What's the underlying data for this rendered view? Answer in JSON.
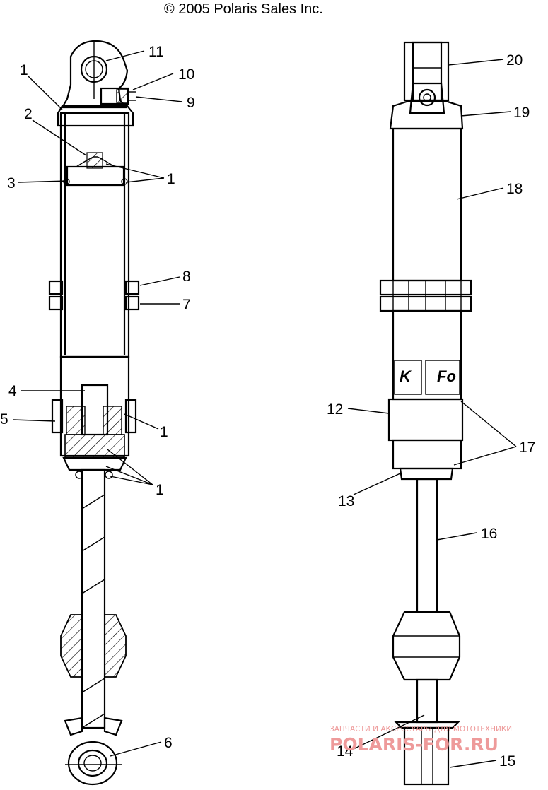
{
  "copyright": "© 2005 Polaris Sales Inc.",
  "logo_fragments": {
    "left": "K",
    "right": "Fo"
  },
  "callouts": {
    "c11": "11",
    "c10": "10",
    "c9": "9",
    "c1a": "1",
    "c2": "2",
    "c3": "3",
    "c1b": "1",
    "c8": "8",
    "c7": "7",
    "c4": "4",
    "c5": "5",
    "c1c": "1",
    "c1d": "1",
    "c6": "6",
    "c20": "20",
    "c19": "19",
    "c18": "18",
    "c12": "12",
    "c17": "17",
    "c13": "13",
    "c16": "16",
    "c14": "14",
    "c15": "15"
  },
  "watermark": {
    "top": "ЗАПЧАСТИ И АКСЕССУАРЫ ДЛЯ МОТОТЕХНИКИ",
    "brand": "POLARIS-FOR.RU"
  },
  "icons": [
    "shock-absorber-cutaway",
    "shock-absorber-exterior"
  ]
}
